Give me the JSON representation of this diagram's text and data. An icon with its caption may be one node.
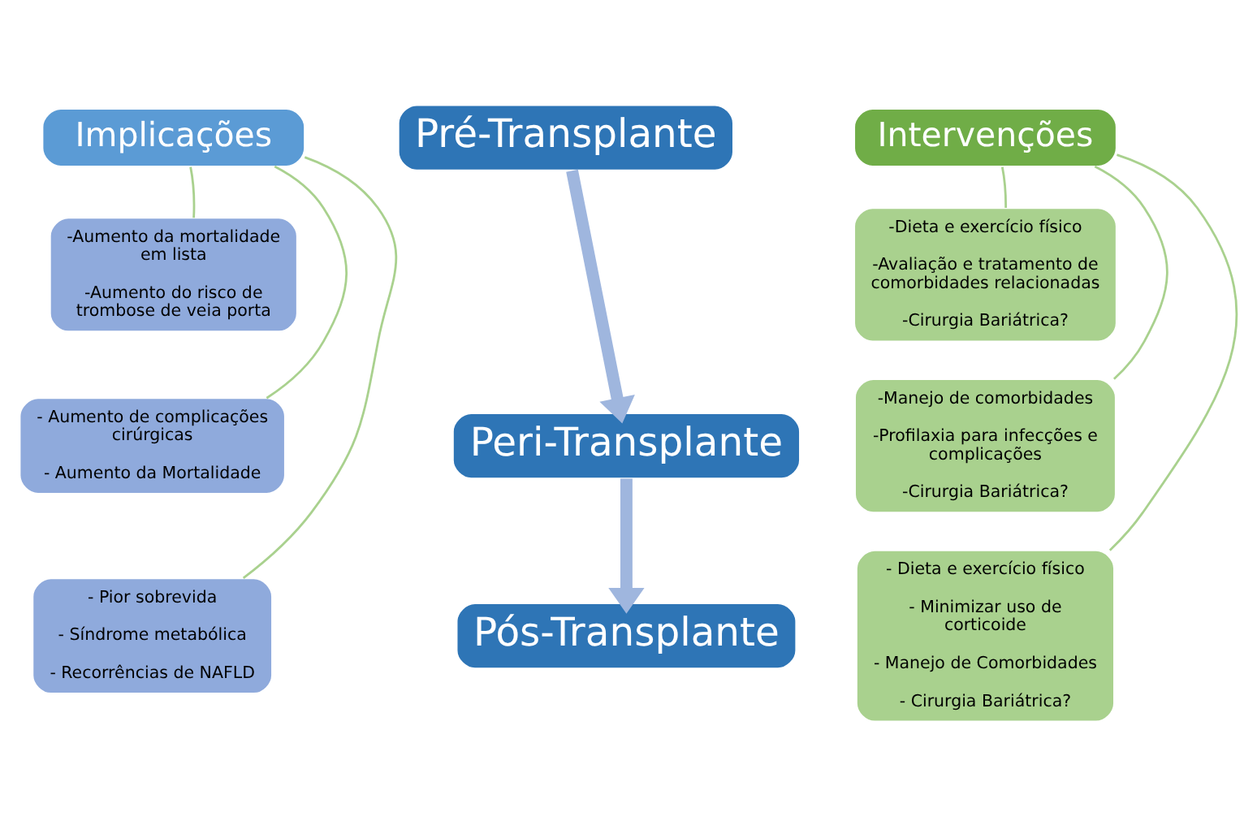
{
  "diagram": {
    "nodes": [
      {
        "text": [
          "Implicações"
        ]
      },
      {
        "text": [
          "-Aumento da mortalidade em lista",
          "-Aumento do risco de trombose de veia porta"
        ]
      },
      {
        "text": [
          "- Aumento de complicações cirúrgicas",
          "- Aumento da Mortalidade"
        ]
      },
      {
        "text": [
          "- Pior sobrevida",
          "- Síndrome metabólica",
          "- Recorrências de NAFLD"
        ]
      },
      {
        "text": [
          "Pré-Transplante"
        ]
      },
      {
        "text": [
          "Peri-Transplante"
        ]
      },
      {
        "text": [
          "Pós-Transplante"
        ]
      },
      {
        "text": [
          "Intervenções"
        ]
      },
      {
        "text": [
          "-Dieta e exercício físico",
          "-Avaliação e tratamento de comorbidades relacionadas",
          "-Cirurgia Bariátrica?"
        ]
      },
      {
        "text": [
          "-Manejo de comorbidades",
          "-Profilaxia para infecções e complicações",
          "-Cirurgia Bariátrica?"
        ]
      },
      {
        "text": [
          "- Dieta e exercício físico",
          "- Minimizar uso de corticoide",
          "- Manejo de Comorbidades",
          "- Cirurgia Bariátrica?"
        ]
      }
    ],
    "edges": [
      {
        "from": 0,
        "to": 1,
        "arrow": "none"
      },
      {
        "from": 0,
        "to": 2,
        "arrow": "none"
      },
      {
        "from": 0,
        "to": 3,
        "arrow": "none"
      },
      {
        "from": 4,
        "to": 5,
        "arrow": "to",
        "style": "thick",
        "color": "#9fb6de"
      },
      {
        "from": 5,
        "to": 6,
        "arrow": "to",
        "style": "thick",
        "color": "#9fb6de"
      },
      {
        "from": 7,
        "to": 8,
        "arrow": "none"
      },
      {
        "from": 7,
        "to": 9,
        "arrow": "none"
      },
      {
        "from": 7,
        "to": 10,
        "arrow": "none"
      }
    ]
  }
}
